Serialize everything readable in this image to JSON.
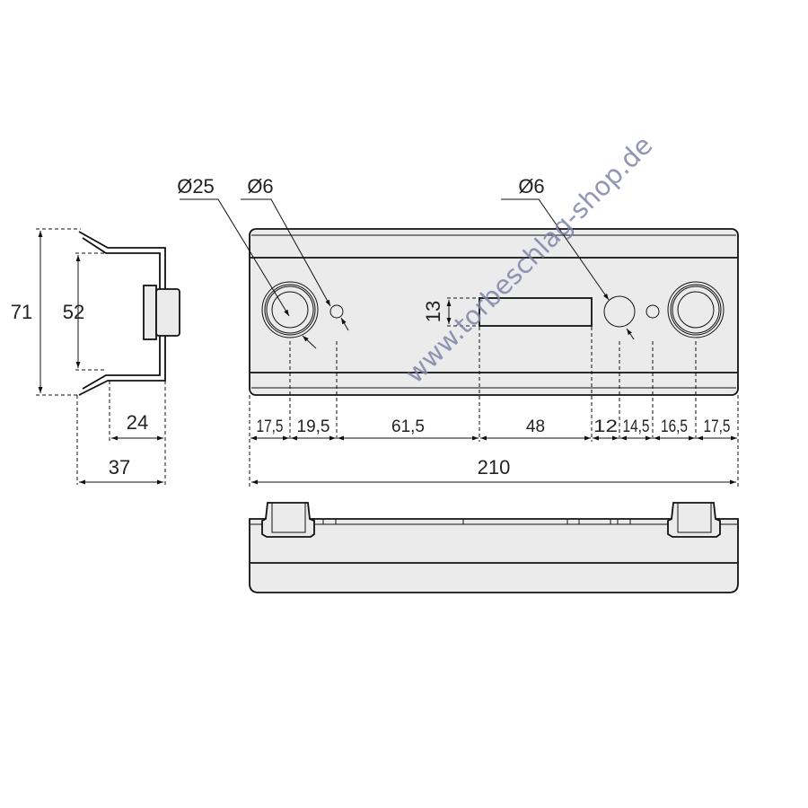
{
  "side_view": {
    "height_outer": "71",
    "height_inner": "52",
    "depth_inner": "24",
    "depth_outer": "37"
  },
  "front_view": {
    "callouts": {
      "large_hole": "Ø25",
      "small_hole_left": "Ø6",
      "hole_right": "Ø6"
    },
    "slot_height": "13",
    "segments": [
      "17,5",
      "19,5",
      "61,5",
      "48",
      "12",
      "14,5",
      "16,5",
      "17,5"
    ],
    "total_length": "210"
  },
  "watermark": "www.torbeschlag-shop.de"
}
